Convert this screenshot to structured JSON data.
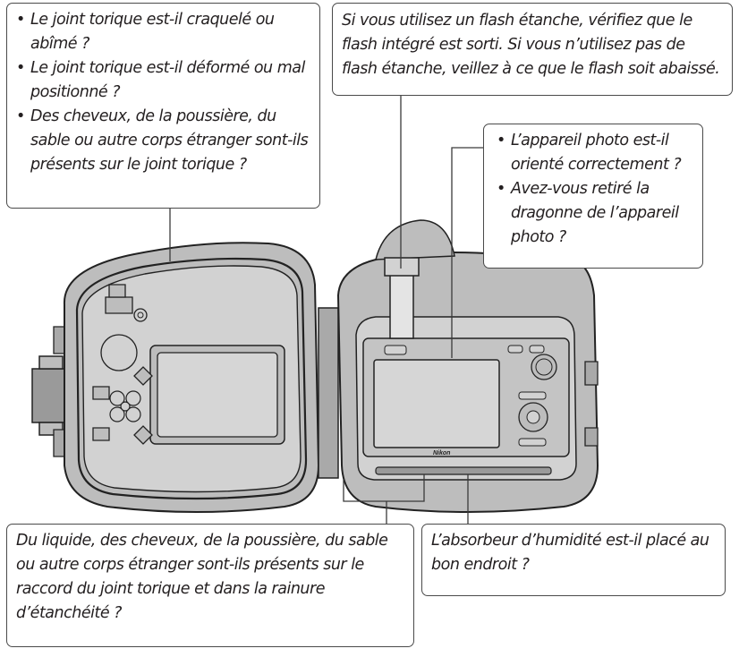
{
  "callouts": {
    "oring": {
      "items": [
        "Le joint torique est-il craquelé ou abîmé ?",
        "Le joint torique est-il déformé ou mal positionné ?",
        "Des cheveux, de la poussière, du sable ou autre corps étranger sont-ils présents sur le joint torique ?"
      ]
    },
    "flash": {
      "text": "Si vous utilisez un flash étanche, vérifiez que le flash intégré est sorti. Si vous n’utilisez pas de flash étanche, veillez à ce que le flash soit abaissé."
    },
    "orientation": {
      "items": [
        "L’appareil photo est-il orienté correctement ?",
        "Avez-vous retiré la dragonne de l’appareil photo ?"
      ]
    },
    "liquid": {
      "text": "Du liquide, des cheveux, de la poussière, du sable ou autre corps étranger sont-ils présents sur le raccord du joint torique et dans la rainure d’étanchéité ?"
    },
    "absorber": {
      "text": "L’absorbeur d’humidité est-il placé au bon endroit ?"
    }
  },
  "camera": {
    "brand_label": "Nikon"
  },
  "colors": {
    "housing_fill": "#bdbdbd",
    "housing_dark": "#8a8a8a",
    "outline": "#222222",
    "screen_fill": "#c4c4c4"
  }
}
